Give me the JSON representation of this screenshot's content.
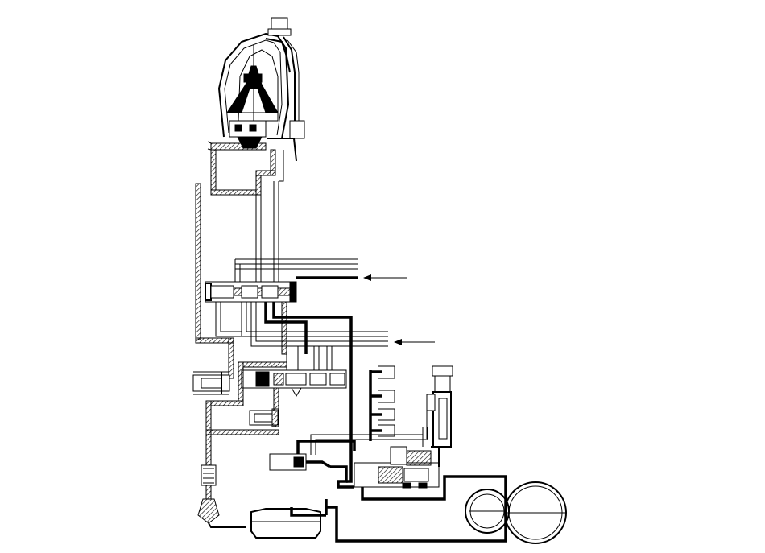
{
  "diagram": {
    "type": "hydraulic-circuit-schematic",
    "colors": {
      "line": "#000000",
      "background": "#ffffff"
    },
    "components": [
      "torque-converter",
      "shift-valve",
      "pressure-regulator-valve",
      "accumulator",
      "solenoid-valve",
      "oil-filter",
      "oil-pan",
      "oil-pump-gears"
    ],
    "input_arrows": 2
  }
}
